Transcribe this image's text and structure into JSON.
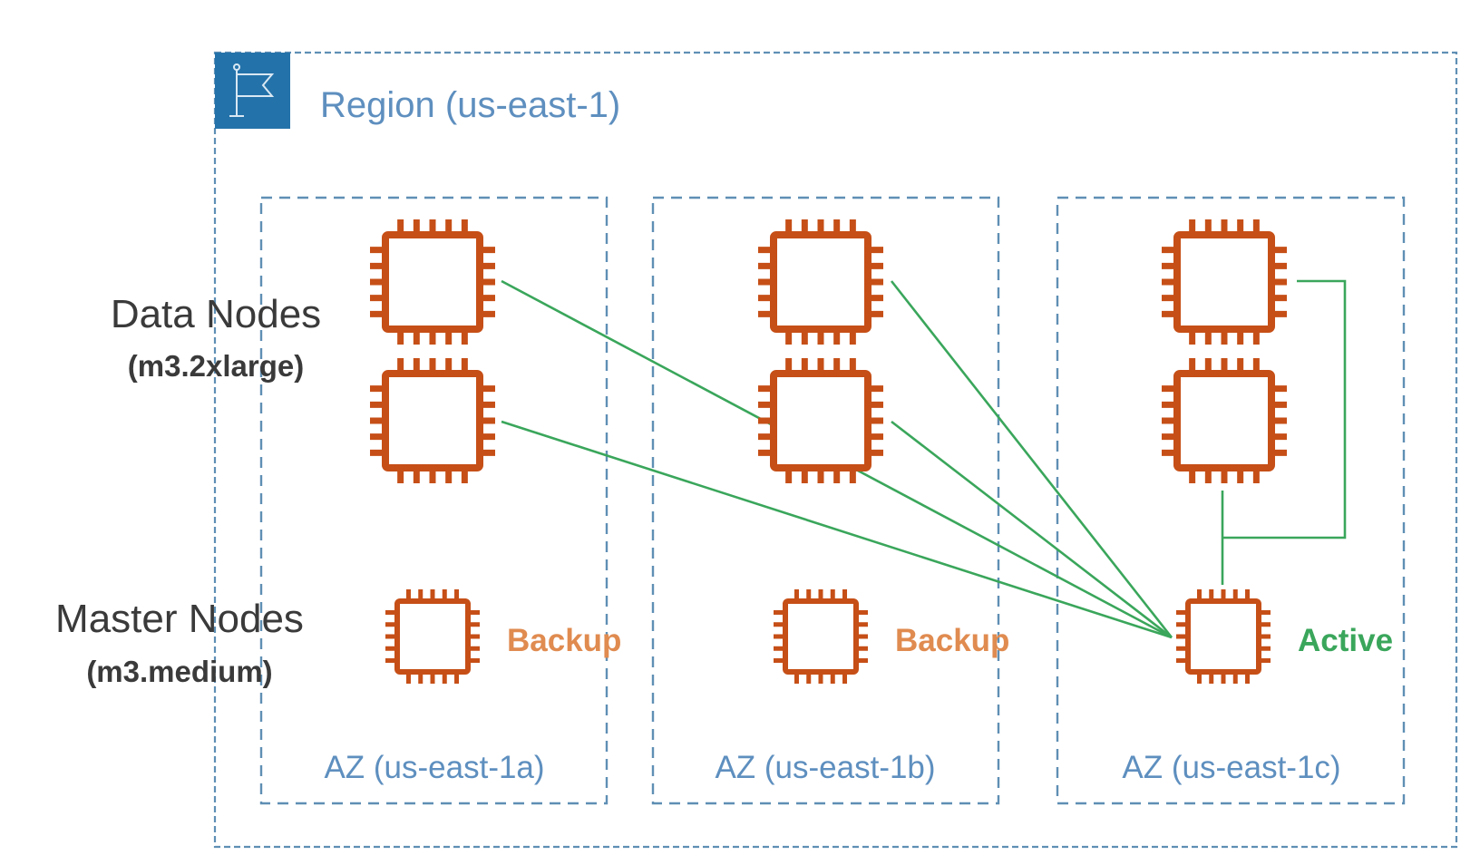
{
  "region": {
    "label": "Region (us-east-1)",
    "icon": "flag-icon"
  },
  "tiers": {
    "data": {
      "title": "Data Nodes",
      "instance_type": "(m3.2xlarge)",
      "nodes_per_az": 2
    },
    "master": {
      "title": "Master Nodes",
      "instance_type": "(m3.medium)",
      "nodes_per_az": 1
    }
  },
  "availability_zones": [
    {
      "id": "a",
      "label": "AZ (us-east-1a)",
      "master_role": "Backup",
      "master_status": "backup"
    },
    {
      "id": "b",
      "label": "AZ (us-east-1b)",
      "master_role": "Backup",
      "master_status": "backup"
    },
    {
      "id": "c",
      "label": "AZ (us-east-1c)",
      "master_role": "Active",
      "master_status": "active"
    }
  ],
  "connections": [
    {
      "from": "data-a-1",
      "to": "master-c"
    },
    {
      "from": "data-a-2",
      "to": "master-c"
    },
    {
      "from": "data-b-1",
      "to": "master-c"
    },
    {
      "from": "data-b-2",
      "to": "master-c"
    },
    {
      "from": "data-c-1",
      "to": "master-c"
    },
    {
      "from": "data-c-2",
      "to": "master-c"
    }
  ],
  "colors": {
    "node": "#c64f17",
    "connection": "#3aa65b",
    "border": "#5f8fb4",
    "region_icon_bg": "#2472aa",
    "backup_text": "#e08b50",
    "active_text": "#3aa65b"
  },
  "icons": {
    "node": "ec2-instance-chip-icon",
    "region": "flag-icon"
  }
}
